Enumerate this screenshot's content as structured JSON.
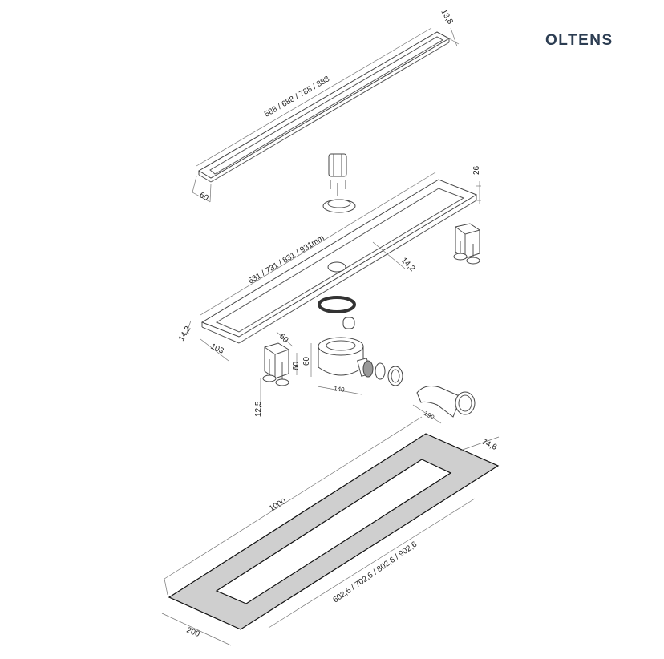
{
  "brand": {
    "logo": "OLTENS",
    "color": "#2c3d52"
  },
  "grate": {
    "length": "588 / 688 / 788 / 888",
    "height": "13,8",
    "width": "60"
  },
  "channel": {
    "length": "631 / 731 / 831 / 931mm",
    "height": "26",
    "inner_width": "14,2",
    "side_height": "14,2",
    "width": "103"
  },
  "foot": {
    "width": "60",
    "height": "60",
    "adjust": "12,5"
  },
  "siphon": {
    "height": "60",
    "width": "140"
  },
  "elbow": {
    "length": "190"
  },
  "membrane": {
    "length": "1000",
    "opening_length": "602,6 / 702,6 / 802,6 / 902,6",
    "width": "200",
    "border": "74,6",
    "fill": "#cfcfcf"
  }
}
